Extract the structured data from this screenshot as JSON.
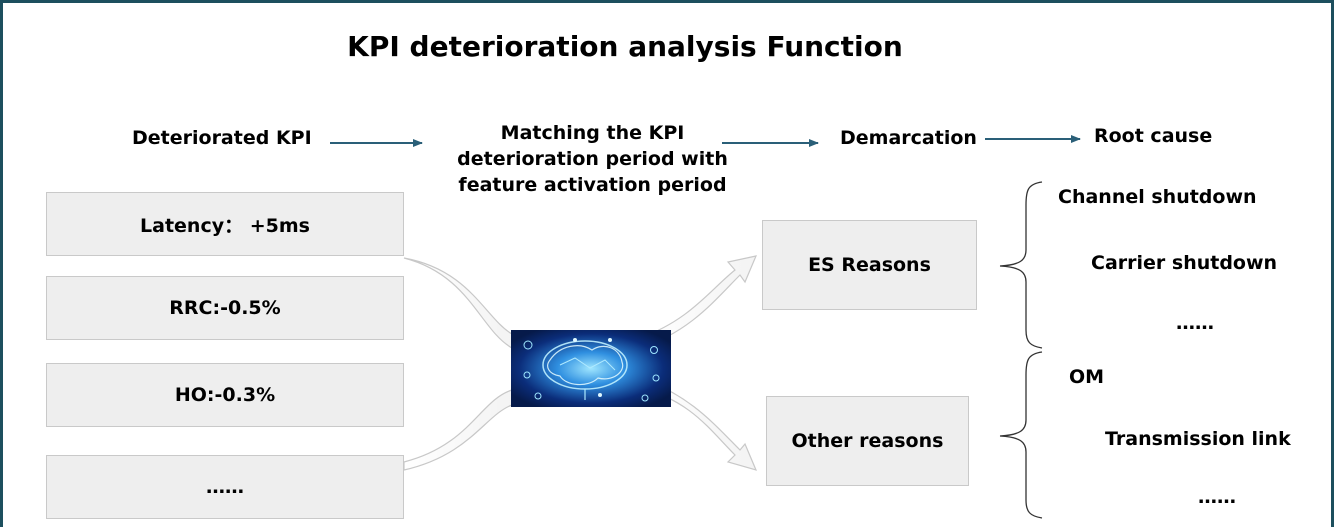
{
  "title": "KPI deterioration analysis Function",
  "flow": {
    "step1": "Deteriorated KPI",
    "step2": "Matching the KPI deterioration period with feature activation period",
    "step3": "Demarcation",
    "step4": "Root cause"
  },
  "kpis": [
    "Latency： +5ms",
    "RRC:-0.5%",
    "HO:-0.3%",
    "……"
  ],
  "image_icon": "ai-brain-icon",
  "reasons": {
    "es": {
      "label": "ES Reasons",
      "causes": [
        "Channel shutdown",
        "Carrier shutdown",
        "……"
      ]
    },
    "other": {
      "label": "Other reasons",
      "causes": [
        "OM",
        "Transmission link",
        "……"
      ]
    }
  },
  "colors": {
    "frame": "#1d4f5e",
    "arrow": "#2a5f78",
    "box_fill": "#eeeeee"
  }
}
